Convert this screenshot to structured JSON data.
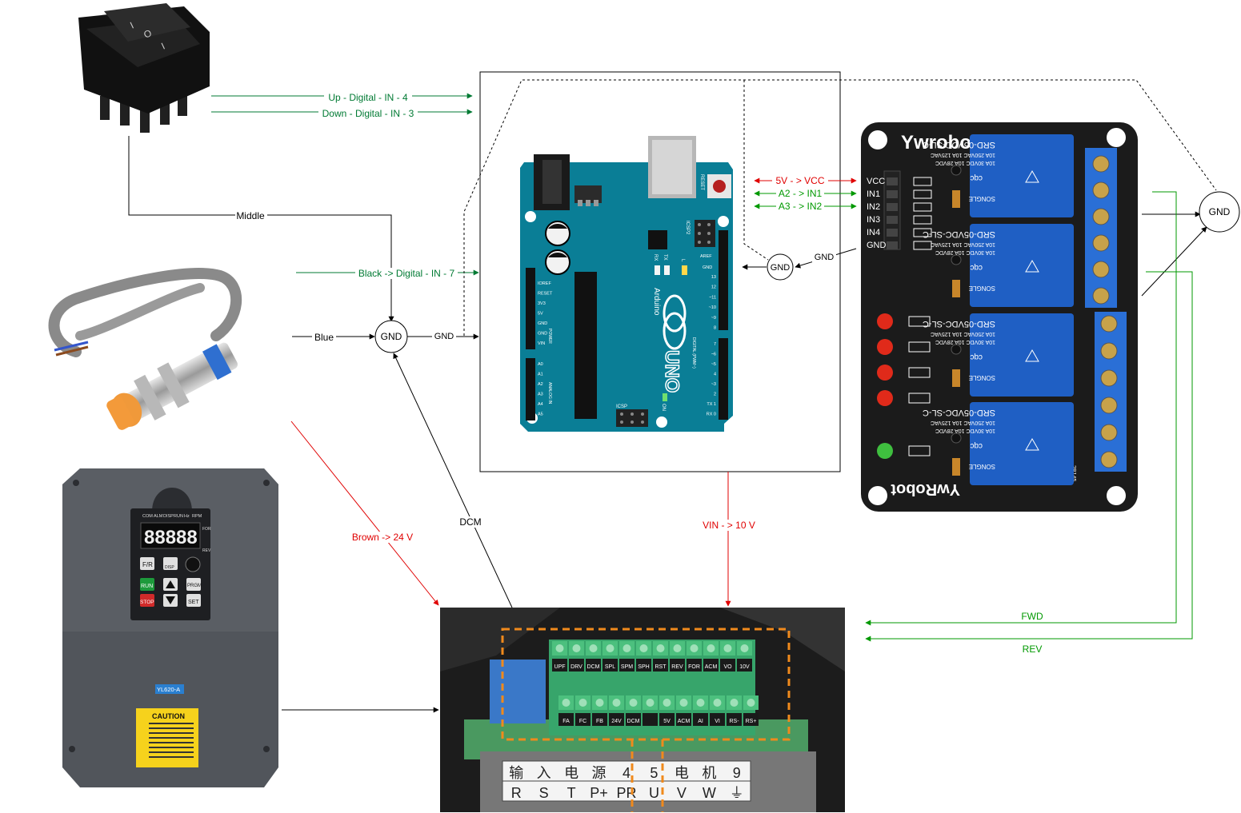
{
  "labels": {
    "up_in4": "Up - Digital - IN - 4",
    "down_in3": "Down - Digital - IN - 3",
    "middle": "Middle",
    "black_in7": "Black -> Digital - IN - 7",
    "blue": "Blue",
    "gnd_wire": "GND",
    "gnd_relay_wire": "GND",
    "dcm": "DCM",
    "brown_24v": "Brown -> 24 V",
    "vin_10v": "VIN - > 10 V",
    "v5_vcc": "5V - > VCC",
    "a2_in1": "A2 - > IN1",
    "a3_in2": "A3 - > IN2",
    "fwd": "FWD",
    "rev": "REV"
  },
  "nodes": {
    "gnd_left": "GND",
    "gnd_center": "GND",
    "gnd_right": "GND"
  },
  "arduino": {
    "brand": "Arduino",
    "model": "UNO",
    "reset": "RESET",
    "icsp2": "ICSP2",
    "icsp": "ICSP",
    "tx": "TX",
    "rx": "RX",
    "l": "L",
    "on": "ON",
    "aref": "AREF",
    "gnd": "GND",
    "power": "POWER",
    "analog_in": "ANALOG IN",
    "digital": "DIGITAL (PWM~)",
    "power_pins": [
      "IOREF",
      "RESET",
      "3V3",
      "5V",
      "GND",
      "GND",
      "VIN"
    ],
    "analog_pins": [
      "A0",
      "A1",
      "A2",
      "A3",
      "A4",
      "A5"
    ],
    "digital_pins_top": [
      "13",
      "12",
      "~11",
      "~10",
      "~9",
      "8"
    ],
    "digital_pins_bottom": [
      "7",
      "~6",
      "~5",
      "4",
      "~3",
      "2",
      "TX 1",
      "RX 0"
    ]
  },
  "relay": {
    "brand_top": "Ywrobot Relay",
    "brand_bottom": "YwRobot",
    "pins": [
      "VCC",
      "IN1",
      "IN2",
      "IN3",
      "IN4",
      "GND"
    ],
    "relay_model": "SRD-05VDC-SL-C",
    "relay_rating_1": "10A 250VAC  10A 125VAC",
    "relay_rating_2": "10A 30VDC  10A 28VDC",
    "relay_maker": "SONGLE",
    "cert": "cqc",
    "part": "2B145"
  },
  "vfd": {
    "display": "88888",
    "indicators": [
      "COM",
      "ALM",
      "DISP",
      "RUN",
      "Hz",
      "RPM"
    ],
    "side_indicators": [
      "FOR",
      "REV"
    ],
    "buttons": [
      "F/R",
      "DISP",
      "RUN",
      "STOP",
      "PRGM",
      "SET"
    ],
    "model": "YL620-A",
    "caution": "CAUTION"
  },
  "terminal": {
    "top_row": [
      "UPF",
      "DRV",
      "DCM",
      "SPL",
      "SPM",
      "SPH",
      "RST",
      "REV",
      "FOR",
      "ACM",
      "VO",
      "10V"
    ],
    "bottom_row": [
      "FA",
      "FC",
      "FB",
      "24V",
      "DCM",
      "",
      "5V",
      "ACM",
      "AI",
      "VI",
      "RS-",
      "RS+"
    ],
    "chinese_row_1": [
      "输",
      "入",
      "电",
      "源",
      "4",
      "5",
      "电",
      "机",
      "9"
    ],
    "chinese_row_2": [
      "R",
      "S",
      "T",
      "P+",
      "PR",
      "U",
      "V",
      "W",
      "⏚"
    ]
  },
  "switch": {
    "symbols": [
      "I",
      "O",
      "I"
    ]
  },
  "colors": {
    "green": "#007a33",
    "bright_green": "#009900",
    "red": "#e00000",
    "black": "#000000",
    "arduino_teal": "#0a7e96",
    "relay_board": "#1b1b1b",
    "relay_blue": "#1f5fc4",
    "terminal_green": "#3aa86b",
    "vfd_gray": "#4a4d52",
    "orange": "#f08a1c"
  }
}
